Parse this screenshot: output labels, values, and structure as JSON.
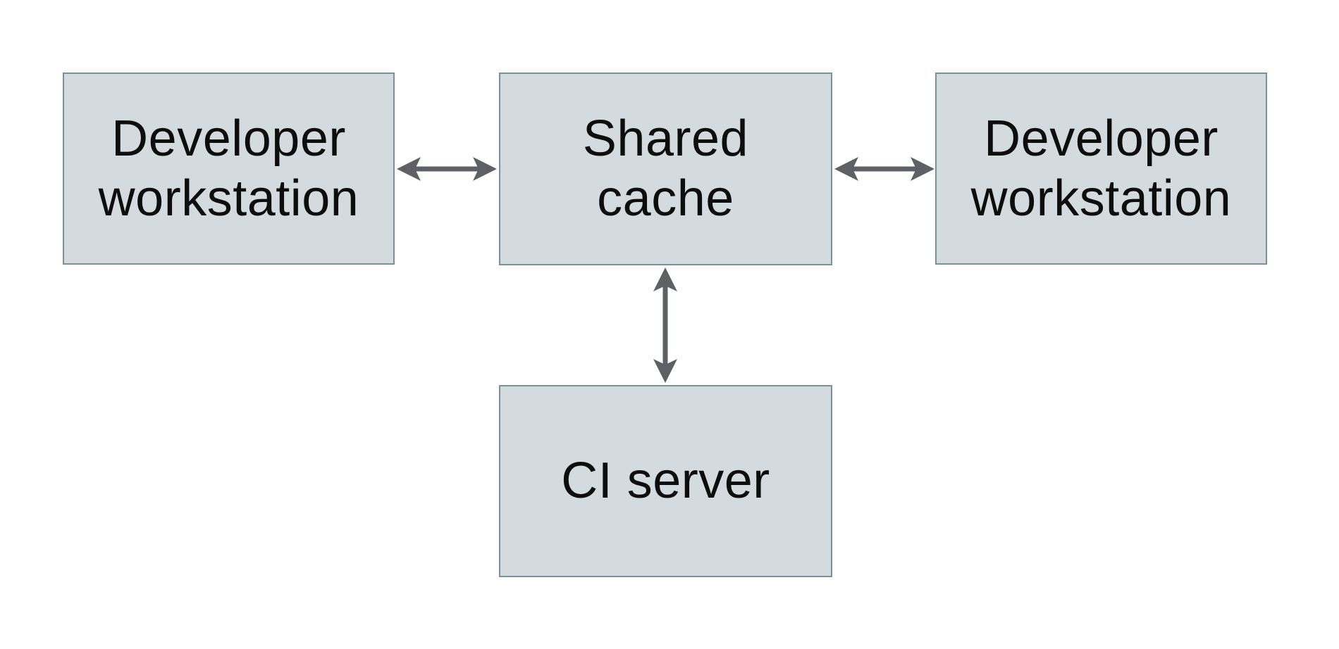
{
  "theme": {
    "canvas_bg": "#ffffff",
    "node_fill": "#d3dbde",
    "node_border": "#7b909a",
    "arrow_color": "#5d6165",
    "text_color": "#0d0d0d"
  },
  "diagram": {
    "type": "architecture-diagram",
    "nodes": [
      {
        "id": "developer-workstation-left",
        "label": "Developer\nworkstation"
      },
      {
        "id": "shared-cache",
        "label": "Shared\ncache"
      },
      {
        "id": "developer-workstation-right",
        "label": "Developer\nworkstation"
      },
      {
        "id": "ci-server",
        "label": "CI server"
      }
    ],
    "edges": [
      {
        "from": "developer-workstation-left",
        "to": "shared-cache",
        "direction": "bidirectional"
      },
      {
        "from": "shared-cache",
        "to": "developer-workstation-right",
        "direction": "bidirectional"
      },
      {
        "from": "shared-cache",
        "to": "ci-server",
        "direction": "bidirectional"
      }
    ]
  }
}
